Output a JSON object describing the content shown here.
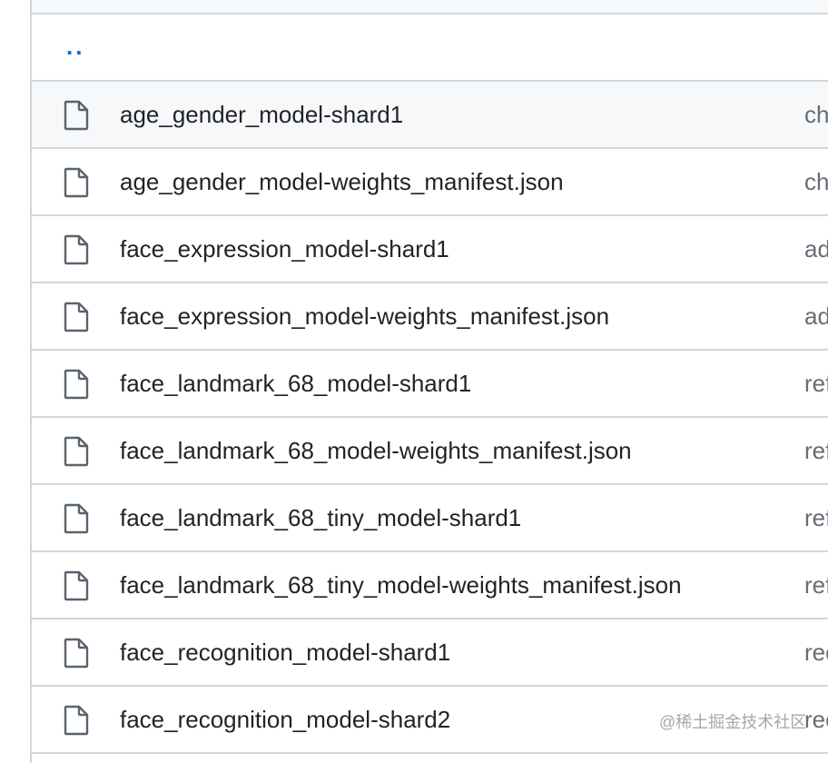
{
  "parent_link": "..",
  "files": [
    {
      "name": "age_gender_model-shard1",
      "commit": "ch"
    },
    {
      "name": "age_gender_model-weights_manifest.json",
      "commit": "ch"
    },
    {
      "name": "face_expression_model-shard1",
      "commit": "ad"
    },
    {
      "name": "face_expression_model-weights_manifest.json",
      "commit": "ad"
    },
    {
      "name": "face_landmark_68_model-shard1",
      "commit": "ref"
    },
    {
      "name": "face_landmark_68_model-weights_manifest.json",
      "commit": "ref"
    },
    {
      "name": "face_landmark_68_tiny_model-shard1",
      "commit": "ref"
    },
    {
      "name": "face_landmark_68_tiny_model-weights_manifest.json",
      "commit": "ref"
    },
    {
      "name": "face_recognition_model-shard1",
      "commit": "rec"
    },
    {
      "name": "face_recognition_model-shard2",
      "commit": "rec"
    }
  ],
  "watermark": "@稀土掘金技术社区",
  "icon_name": "file-icon",
  "colors": {
    "link": "#0969da",
    "text": "#1f2328",
    "muted": "#656d76",
    "border": "#d0d7de",
    "hover_bg": "#f6f8fa"
  }
}
